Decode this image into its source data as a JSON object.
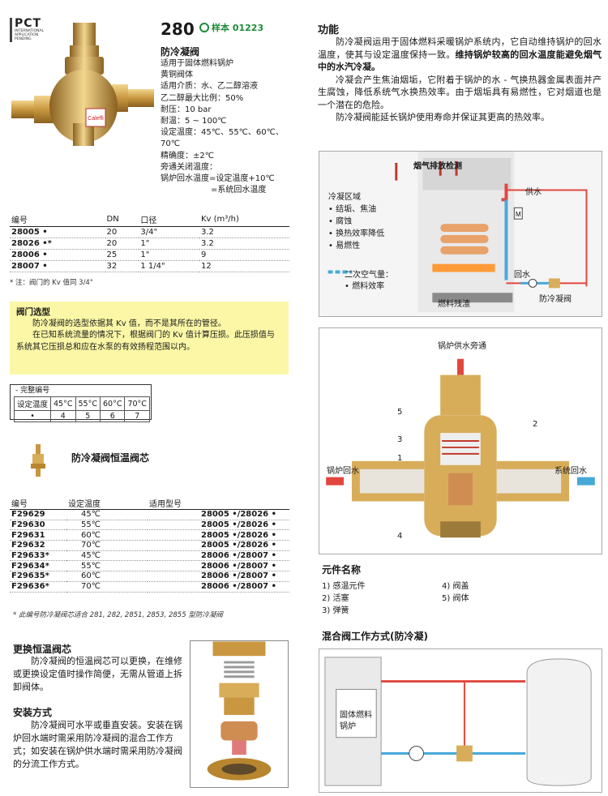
{
  "brand": {
    "logo": "PCT",
    "logo_sub": [
      "INTERNATIONAL",
      "APPLICATION",
      "PENDING"
    ]
  },
  "header": {
    "model": "280",
    "sample_label": "样本 01223"
  },
  "spec": {
    "title": "防冷凝阀",
    "lines": [
      "适用于固体燃料锅炉",
      "黄铜阀体",
      "适用介质：水、乙二醇溶液",
      "乙二醇最大比例：50%",
      "耐压：10 bar",
      "耐温：5 ~ 100℃",
      "设定温度：45℃、55℃、60℃、",
      "70℃",
      "精确度：±2℃",
      "旁通关闭温度：",
      "锅炉回水温度=设定温度+10℃",
      "=系统回水温度"
    ]
  },
  "dn_table": {
    "headers": [
      "编号",
      "DN",
      "口径",
      "Kv (m³/h)"
    ],
    "rows": [
      [
        "28005 •",
        "20",
        "3/4\"",
        "3.2"
      ],
      [
        "28026 •*",
        "20",
        "1\"",
        "3.2"
      ],
      [
        "28006 •",
        "25",
        "1\"",
        "9"
      ],
      [
        "28007 •",
        "32",
        "1 1/4\"",
        "12"
      ]
    ],
    "note": "* 注：阀门的 Kv 值同 3/4\""
  },
  "selection": {
    "title": "阀门选型",
    "text": "防冷凝阀的选型依据其 Kv 值，而不是其所在的管径。",
    "text2": "在已知系统流量的情况下，根据阀门的 Kv 值计算压损。此压损值与系统其它压损总和应在水泵的有效扬程范围以内。"
  },
  "full_code": {
    "title": "完整编号",
    "headers": [
      "设定温度",
      "45°C",
      "55°C",
      "60°C",
      "70°C"
    ],
    "row": [
      "•",
      "4",
      "5",
      "6",
      "7"
    ]
  },
  "cartridge": {
    "title": "防冷凝阀恒温阀芯",
    "headers": [
      "编号",
      "设定温度",
      "适用型号"
    ],
    "rows": [
      [
        "F29629",
        "45℃",
        "28005 •/28026 •"
      ],
      [
        "F29630",
        "55℃",
        "28005 •/28026 •"
      ],
      [
        "F29631",
        "60℃",
        "28005 •/28026 •"
      ],
      [
        "F29632",
        "70℃",
        "28005 •/28026 •"
      ],
      [
        "F29633*",
        "45℃",
        "28006 •/28007 •"
      ],
      [
        "F29634*",
        "55℃",
        "28006 •/28007 •"
      ],
      [
        "F29635*",
        "60℃",
        "28006 •/28007 •"
      ],
      [
        "F29636*",
        "70℃",
        "28006 •/28007 •"
      ]
    ],
    "note": "* 此编号防冷凝阀芯适合 281, 282, 2851, 2853, 2855 型防冷凝阀"
  },
  "replace": {
    "title": "更换恒温阀芯",
    "text": "防冷凝阀的恒温阀芯可以更换，在维修或更换设定值时操作简便，无需从管道上拆卸阀体。"
  },
  "install": {
    "title": "安装方式",
    "text": "防冷凝阀可水平或垂直安装。安装在锅炉回水端时需采用防冷凝阀的混合工作方式；如安装在锅炉供水端时需采用防冷凝阀的分流工作方式。"
  },
  "function": {
    "title": "功能",
    "p1a": "防冷凝阀运用于固体燃料采暖锅炉系统内，它自动维持锅炉的回水温度，使其与设定温度保持一致。",
    "p1b": "维持锅炉较高的回水温度能避免烟气中的水汽冷凝。",
    "p2": "冷凝会产生焦油烟垢，它附着于锅炉的水 - 气换热器金属表面并产生腐蚀，降低系统气水换热效率。由于烟垢具有易燃性，它对烟道也是一个潜在的危险。",
    "p3": "防冷凝阀能延长锅炉使用寿命并保证其更高的热效率。"
  },
  "diagram1": {
    "flue": "烟气排放检测",
    "zone": "冷凝区域",
    "items": [
      "结垢、焦油",
      "腐蚀",
      "换热效率降低",
      "易燃性"
    ],
    "air": "二次空气量：",
    "air_item": "燃料效率",
    "supply": "供水",
    "return": "回水",
    "residue": "燃料残渣",
    "valve": "防冷凝阀",
    "m": "M"
  },
  "diagram2": {
    "bypass": "锅炉供水旁通",
    "boiler_return": "锅炉回水",
    "system_return": "系统回水",
    "nums": [
      "1",
      "2",
      "3",
      "4",
      "5"
    ]
  },
  "parts": {
    "title": "元件名称",
    "left": [
      "1) 感温元件",
      "2) 活塞",
      "3) 弹簧"
    ],
    "right": [
      "4) 阀盖",
      "5) 阀体"
    ]
  },
  "mix": {
    "title": "混合阀工作方式(防冷凝)",
    "boiler": "固体燃料锅炉"
  },
  "colors": {
    "red": "#e0473e",
    "blue": "#47a9d8",
    "yellow": "#fbf7a6",
    "brass": "#d8ad5a",
    "green": "#1f8b3a"
  }
}
